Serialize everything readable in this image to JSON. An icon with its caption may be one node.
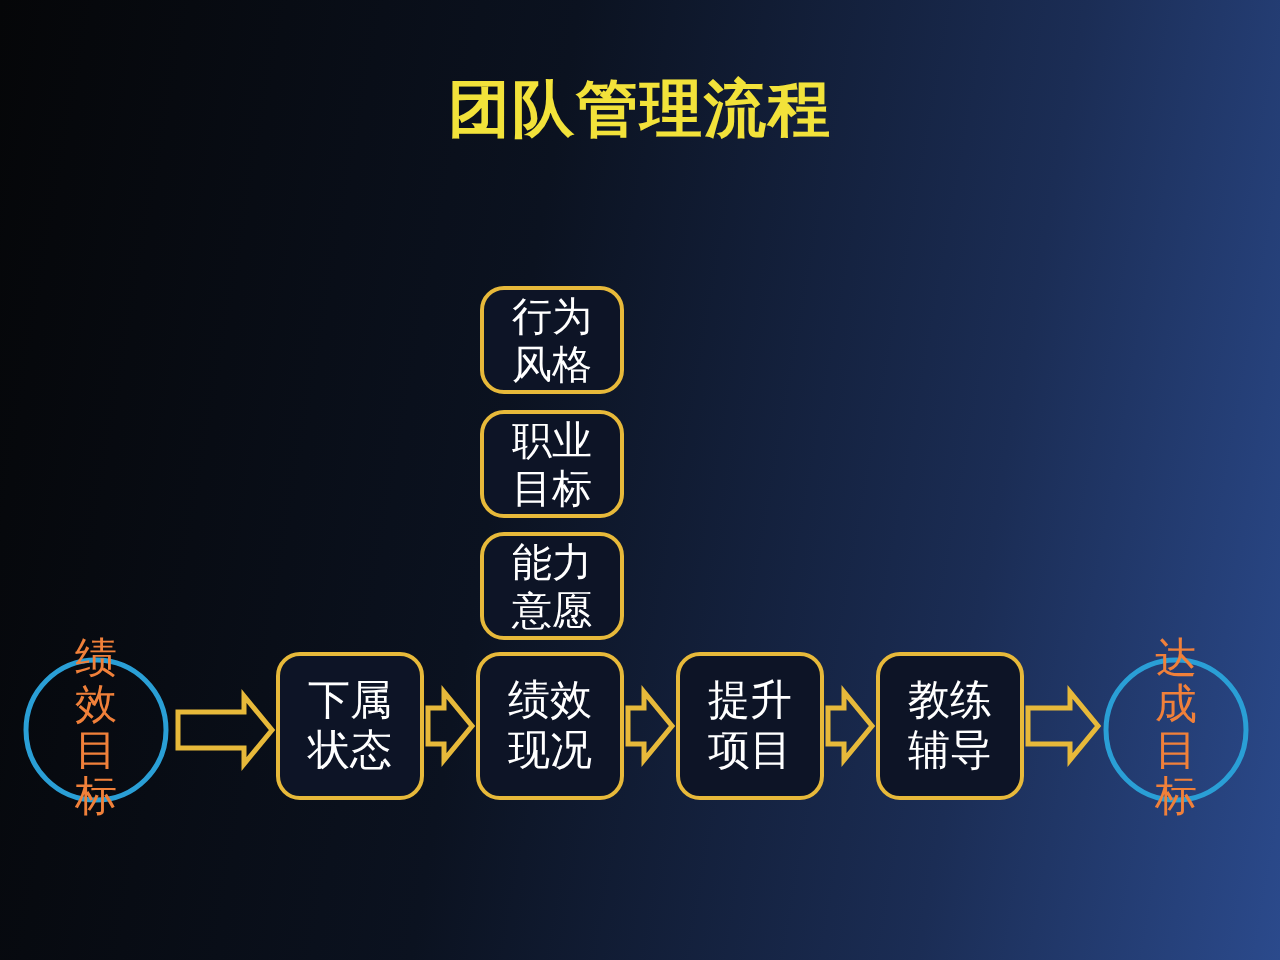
{
  "diagram": {
    "title": "团队管理流程",
    "nodes": [
      {
        "text": [
          "行为风格"
        ]
      },
      {
        "text": [
          "职业目标"
        ]
      },
      {
        "text": [
          "能力意愿"
        ]
      },
      {
        "text": [
          "绩效目标"
        ]
      },
      {
        "text": [
          "下属状态"
        ]
      },
      {
        "text": [
          "绩效现况"
        ]
      },
      {
        "text": [
          "提升项目"
        ]
      },
      {
        "text": [
          "教练辅导"
        ]
      },
      {
        "text": [
          "达成目标"
        ]
      }
    ],
    "edges": [
      {
        "from": 3,
        "to": 4,
        "arrow": "to"
      },
      {
        "from": 4,
        "to": 5,
        "arrow": "to"
      },
      {
        "from": 5,
        "to": 6,
        "arrow": "to"
      },
      {
        "from": 6,
        "to": 7,
        "arrow": "to"
      },
      {
        "from": 7,
        "to": 8,
        "arrow": "to"
      }
    ]
  }
}
